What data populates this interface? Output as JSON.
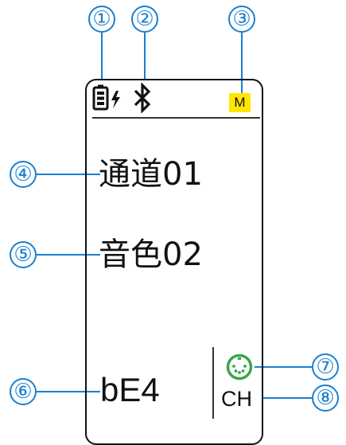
{
  "callouts": [
    "①",
    "②",
    "③",
    "④",
    "⑤",
    "⑥",
    "⑦",
    "⑧"
  ],
  "status_bar": {
    "battery_icon": "battery-charging-icon",
    "bluetooth_icon": "bluetooth-icon",
    "mode_badge": "M",
    "mode_badge_color": "#ffe600"
  },
  "display": {
    "channel": "通道01",
    "timbre": "音色02",
    "note": "bE4",
    "midi_icon": "midi-din-icon",
    "midi_icon_color": "#3aa64a",
    "channel_label": "CH"
  },
  "colors": {
    "callout": "#1a7fd0",
    "outline": "#111111"
  }
}
